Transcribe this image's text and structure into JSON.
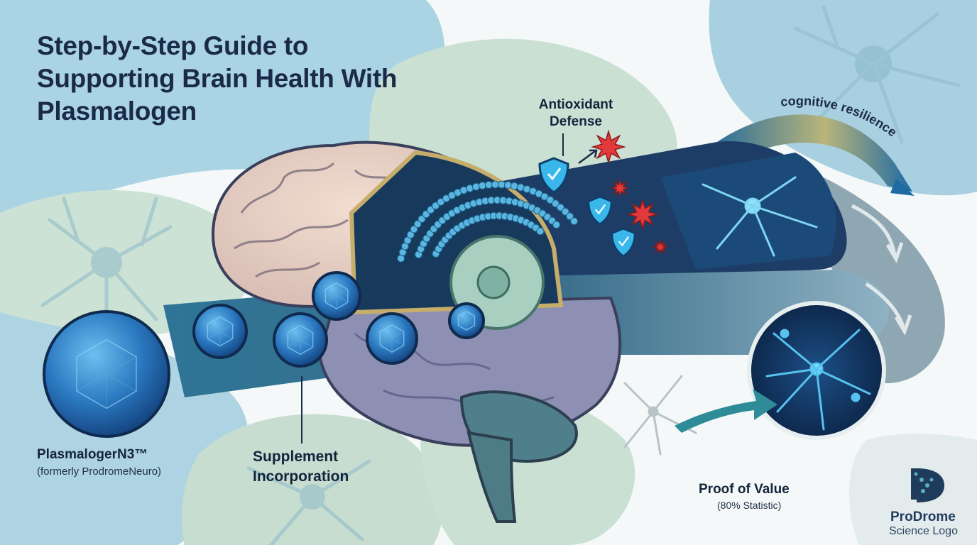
{
  "title": "Step-by-Step Guide to Supporting Brain Health With Plasmalogen",
  "steps": {
    "product": {
      "label": "PlasmalogerN3™",
      "sublabel": "(formerly ProdromeNeuro)"
    },
    "incorporation": {
      "label": "Supplement Incorporation"
    },
    "antioxidant": {
      "label": "Antioxidant Defense"
    },
    "proof": {
      "label": "Proof of Value",
      "sublabel": "(80% Statistic)"
    }
  },
  "arc_label": "cognitive resilience",
  "logo": {
    "line1": "ProDrome",
    "line2": "Science Logo"
  },
  "colors": {
    "navy": "#1b2a48",
    "gem_blue": "#2f7cc4",
    "teal_band": "#2e6a86",
    "sage": "#c5dccf",
    "sky": "#a9d3e3",
    "threat_red": "#e23a3a",
    "shield_cyan": "#39b7ea"
  },
  "icons": [
    "sphere-gem-icon",
    "shield-icon",
    "starburst-icon",
    "neuron-icon",
    "arrow-icon",
    "logo-icon"
  ]
}
